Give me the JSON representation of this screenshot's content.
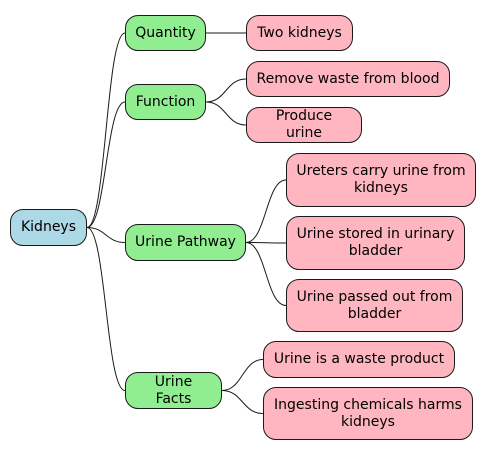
{
  "root": {
    "label": "Kidneys"
  },
  "branches": [
    {
      "label": "Quantity",
      "children": [
        "Two kidneys"
      ]
    },
    {
      "label": "Function",
      "children": [
        "Remove waste from blood",
        "Produce urine"
      ]
    },
    {
      "label": "Urine Pathway",
      "children": [
        "Ureters carry urine from kidneys",
        "Urine stored in urinary bladder",
        "Urine passed out from bladder"
      ]
    },
    {
      "label": "Urine Facts",
      "children": [
        "Urine is a waste product",
        "Ingesting chemicals harms kidneys"
      ]
    }
  ],
  "colors": {
    "root": "#add8e6",
    "branch": "#90ee90",
    "leaf": "#ffb6c1",
    "line": "#1a1a1a"
  }
}
